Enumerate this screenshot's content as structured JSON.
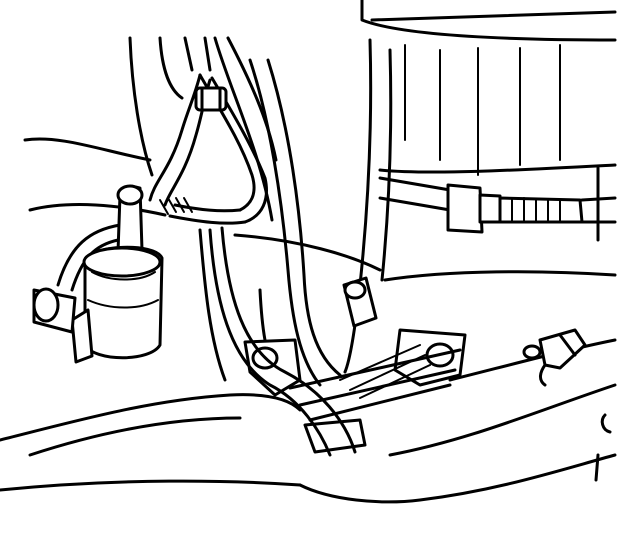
{
  "figure": {
    "kind": "line-art technical illustration",
    "stroke_color": "#000000",
    "background_color": "#ffffff",
    "components": [
      "engine-block-outline",
      "fuel-filter",
      "fuel-lines",
      "mounting-bracket",
      "hose-clamp",
      "right-hose-connector",
      "clip-fastener"
    ]
  }
}
